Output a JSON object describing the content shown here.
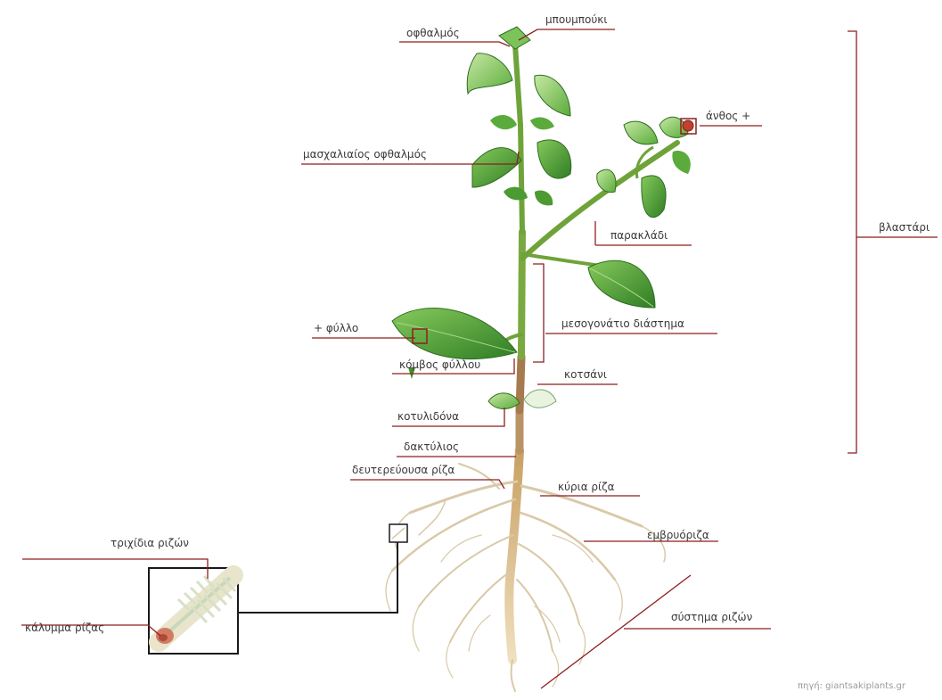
{
  "labels": {
    "bud_top": "μπουμπούκι",
    "eye": "οφθαλμός",
    "axillary_eye": "μασχαλιαίος οφθαλμός",
    "flower": "άνθος +",
    "branch": "παρακλάδι",
    "shoot": "βλαστάρι",
    "internode": "μεσογονάτιο διάστημα",
    "leaf": "+ φύλλο",
    "leaf_node": "κόμβος φύλλου",
    "stalk": "κοτσάνι",
    "cotyledon": "κοτυλιδόνα",
    "ring": "δακτύλιος",
    "secondary_root": "δευτερεύουσα ρίζα",
    "main_root": "κύρια ρίζα",
    "radicle": "εμβρυόριζα",
    "root_hairs": "τριχίδια ριζών",
    "root_cap": "κάλυμμα ρίζας",
    "root_system": "σύστημα ριζών"
  },
  "source": "πηγή: giantsakiplants.gr",
  "colors": {
    "leader_line": "#8e1f1f",
    "stem": "#6fa33a",
    "stem_lower": "#a0764f",
    "root": "#e0c58a",
    "leaf_dark": "#3f8f2c",
    "leaf_light": "#7cc35a",
    "inset_box": "#1a1a1a"
  }
}
